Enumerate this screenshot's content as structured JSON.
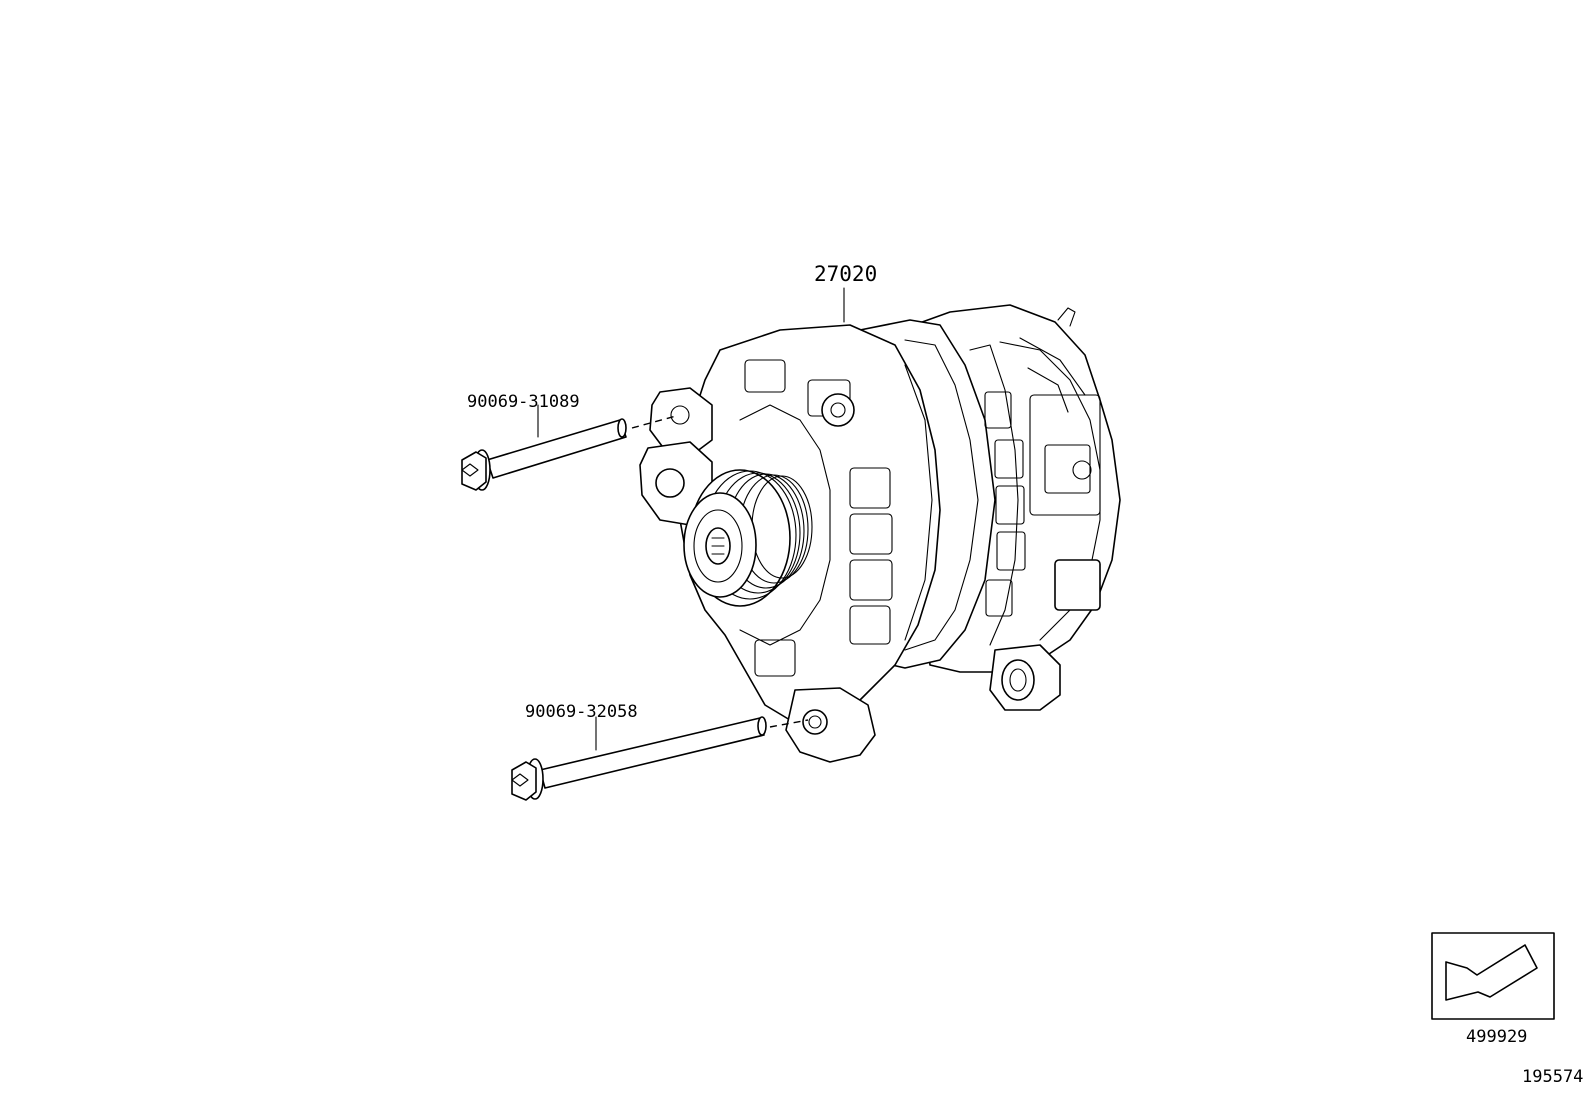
{
  "parts": {
    "alternator": {
      "number": "27020"
    },
    "bolt_upper": {
      "number": "90069-31089"
    },
    "bolt_lower": {
      "number": "90069-32058"
    }
  },
  "legend_box": {
    "code": "499929",
    "icon": "front-direction-arrow-icon"
  },
  "illustration_id": "195574"
}
